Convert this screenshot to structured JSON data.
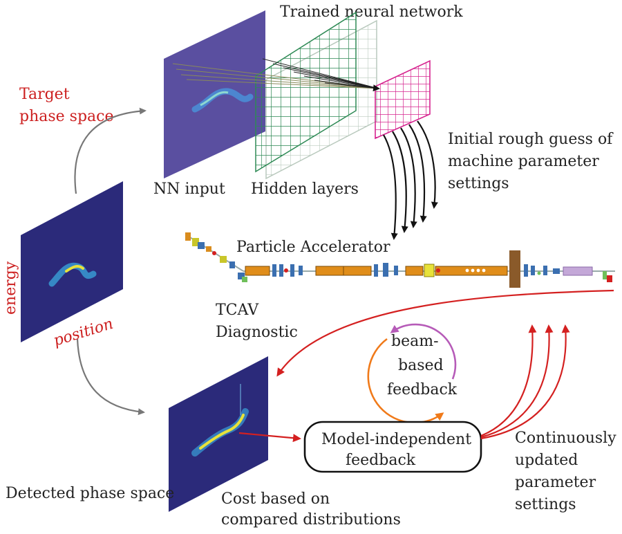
{
  "labels": {
    "trained_nn": "Trained neural network",
    "target_phase_1": "Target",
    "target_phase_2": "phase space",
    "nn_input": "NN input",
    "hidden_layers": "Hidden layers",
    "initial_guess_1": "Initial rough guess of",
    "initial_guess_2": "machine parameter",
    "initial_guess_3": "settings",
    "particle_accelerator": "Particle Accelerator",
    "energy": "energy",
    "position": "position",
    "tcav_1": "TCAV",
    "tcav_2": "Diagnostic",
    "beam_fb_1": "beam-",
    "beam_fb_2": "based",
    "beam_fb_3": "feedback",
    "mif_1": "Model-independent",
    "mif_2": "feedback",
    "cont_1": "Continuously",
    "cont_2": "updated",
    "cont_3": "parameter",
    "cont_4": "settings",
    "detected": "Detected phase space",
    "cost_1": "Cost based on",
    "cost_2": "compared distributions"
  },
  "colors": {
    "label_red": "#cc1f1f",
    "panel_dark": "#2b2a7a",
    "panel_purple": "#5a4fa0",
    "grid_green": "#2e8a55",
    "grid_magenta": "#d6248f",
    "feedback_orange": "#f07a1a",
    "feedback_purple": "#b65bb8"
  }
}
